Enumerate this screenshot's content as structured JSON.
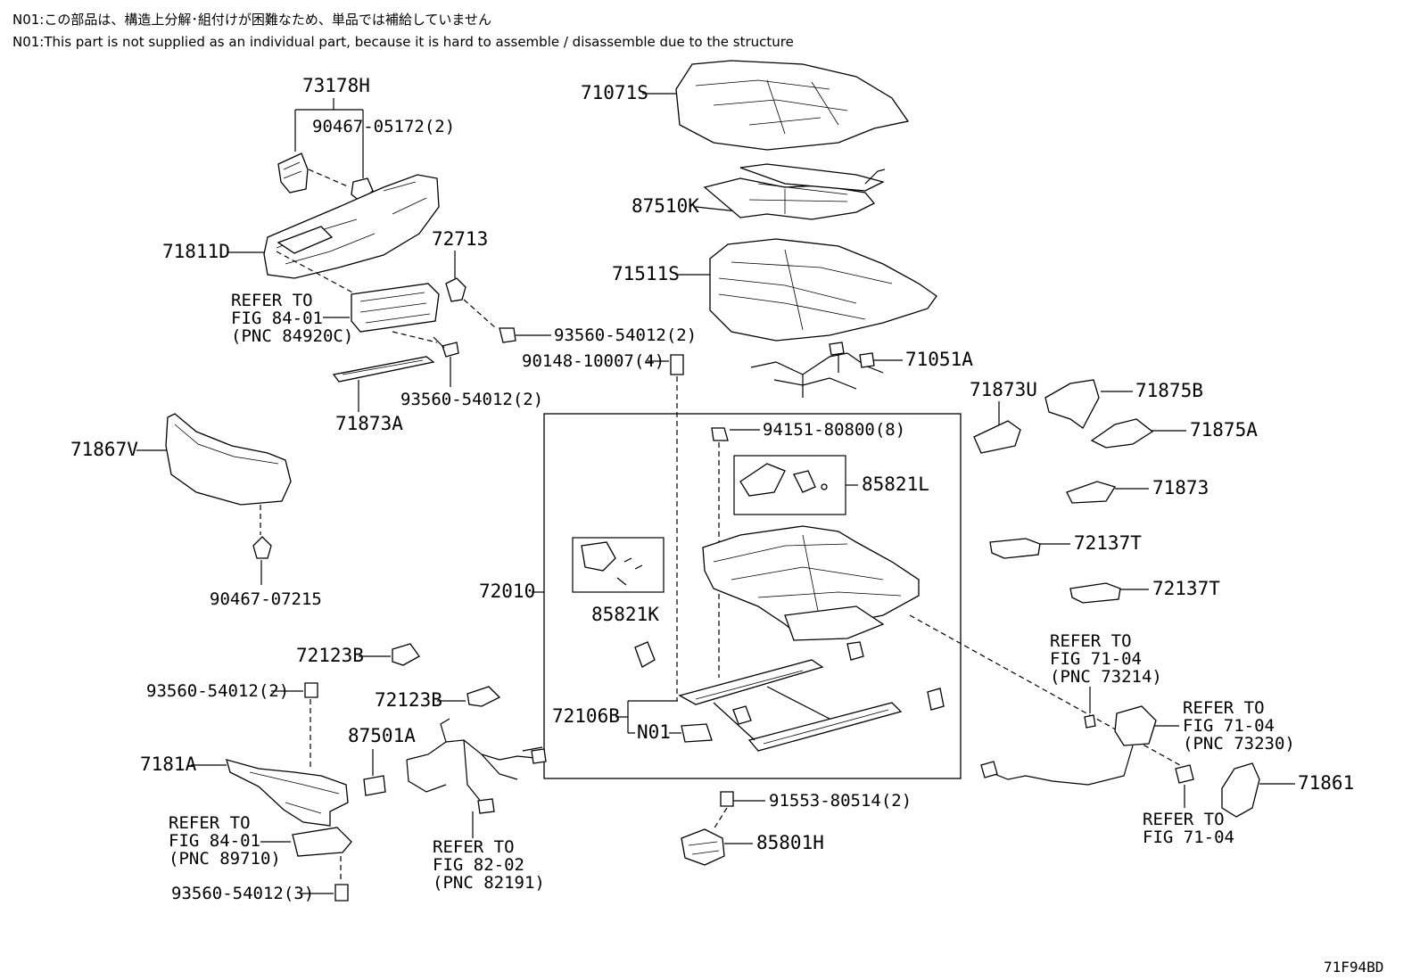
{
  "notes": {
    "jp": "N01:この部品は、構造上分解･組付けが困難なため、単品では補給していません",
    "en": "N01:This part is not supplied as an individual part, because it is hard to assemble / disassemble due to the structure"
  },
  "figure_id": "71F94BD",
  "labels": {
    "p73178H": "73178H",
    "p90467_05172": "90467-05172(2)",
    "p71811D": "71811D",
    "p72713": "72713",
    "ref1_a": "REFER TO",
    "ref1_b": "FIG 84-01",
    "ref1_c": "(PNC 84920C)",
    "p93560_a": "93560-54012(2)",
    "p93560_b": "93560-54012(2)",
    "p71873A": "71873A",
    "p71867V": "71867V",
    "p90467_07215": "90467-07215",
    "p71071S": "71071S",
    "p87510K": "87510K",
    "p71511S": "71511S",
    "p90148": "90148-10007(4)",
    "p71051A": "71051A",
    "p71873U": "71873U",
    "p71875B": "71875B",
    "p71875A": "71875A",
    "p71873": "71873",
    "p72137T_a": "72137T",
    "p72137T_b": "72137T",
    "p94151": "94151-80800(8)",
    "p85821L": "85821L",
    "p72010": "72010",
    "p85821K": "85821K",
    "p72106B": "72106B",
    "pN01": "N01",
    "p72123B_a": "72123B",
    "p72123B_b": "72123B",
    "p93560_c": "93560-54012(2)",
    "p87501A": "87501A",
    "p7181A": "7181A",
    "ref2_a": "REFER TO",
    "ref2_b": "FIG 84-01",
    "ref2_c": "(PNC 89710)",
    "ref3_a": "REFER TO",
    "ref3_b": "FIG 82-02",
    "ref3_c": "(PNC 82191)",
    "p93560_d": "93560-54012(3)",
    "p91553": "91553-80514(2)",
    "p85801H": "85801H",
    "ref4_a": "REFER TO",
    "ref4_b": "FIG 71-04",
    "ref4_c": "(PNC 73214)",
    "ref5_a": "REFER TO",
    "ref5_b": "FIG 71-04",
    "ref5_c": "(PNC 73230)",
    "ref6_a": "REFER TO",
    "ref6_b": "FIG 71-04",
    "p71861": "71861"
  }
}
